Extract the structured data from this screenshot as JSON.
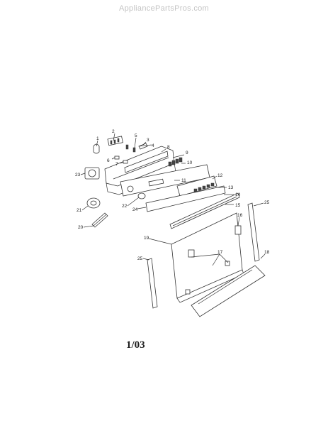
{
  "watermark": "AppliancePartsPros.com",
  "page_code": "1/03",
  "callouts": [
    "1",
    "2",
    "3",
    "4",
    "5",
    "6",
    "7",
    "8",
    "9",
    "10",
    "11",
    "12",
    "13",
    "14",
    "15",
    "16",
    "17",
    "18",
    "19",
    "20",
    "21",
    "22",
    "23",
    "24",
    "25",
    "25"
  ]
}
